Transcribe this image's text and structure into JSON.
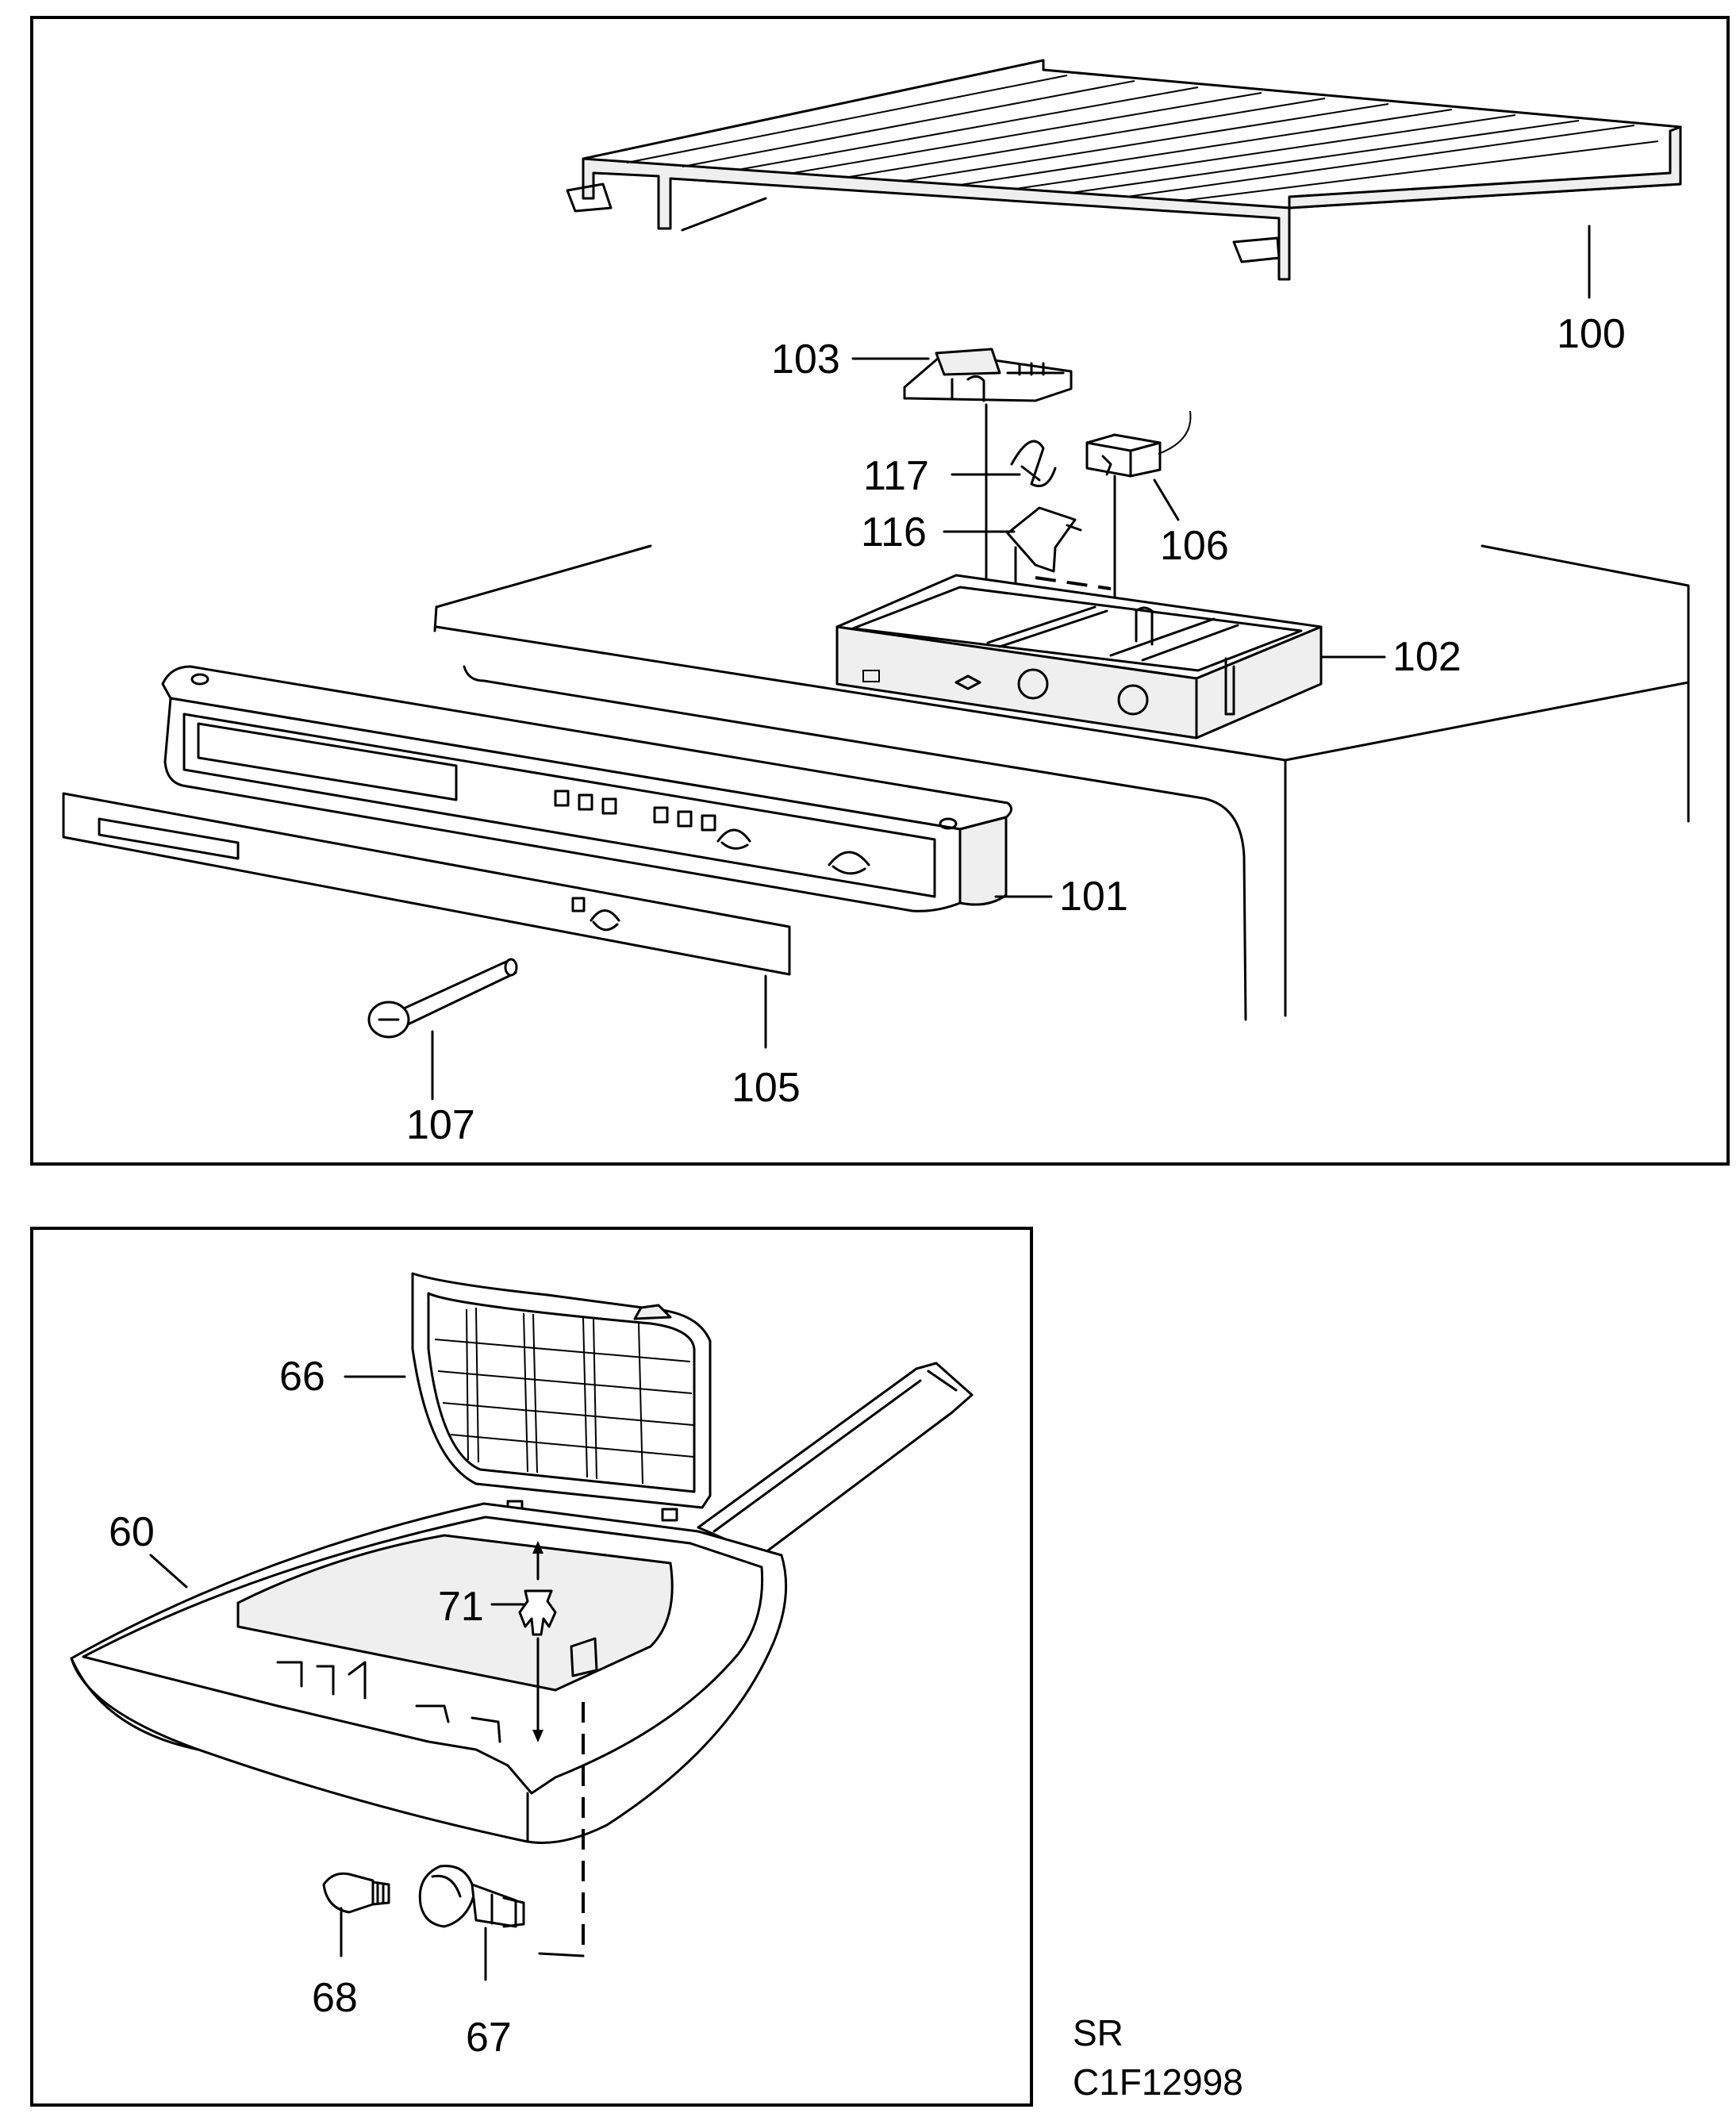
{
  "panels": {
    "top": {
      "parts": [
        {
          "id": "tray",
          "label": "100"
        },
        {
          "id": "bracket",
          "label": "103"
        },
        {
          "id": "spring-clip",
          "label": "117"
        },
        {
          "id": "lever",
          "label": "116"
        },
        {
          "id": "sensor",
          "label": "106"
        },
        {
          "id": "control-box",
          "label": "102"
        },
        {
          "id": "control-panel",
          "label": "101"
        },
        {
          "id": "strip",
          "label": "105"
        },
        {
          "id": "knob-shaft",
          "label": "107"
        }
      ]
    },
    "bottom": {
      "parts": [
        {
          "id": "grille",
          "label": "66"
        },
        {
          "id": "housing",
          "label": "60"
        },
        {
          "id": "clip",
          "label": "71"
        },
        {
          "id": "lamp-socket",
          "label": "68"
        },
        {
          "id": "lamp-holder",
          "label": "67"
        }
      ]
    }
  },
  "footer": {
    "line1": "SR",
    "line2": "C1F12998"
  }
}
